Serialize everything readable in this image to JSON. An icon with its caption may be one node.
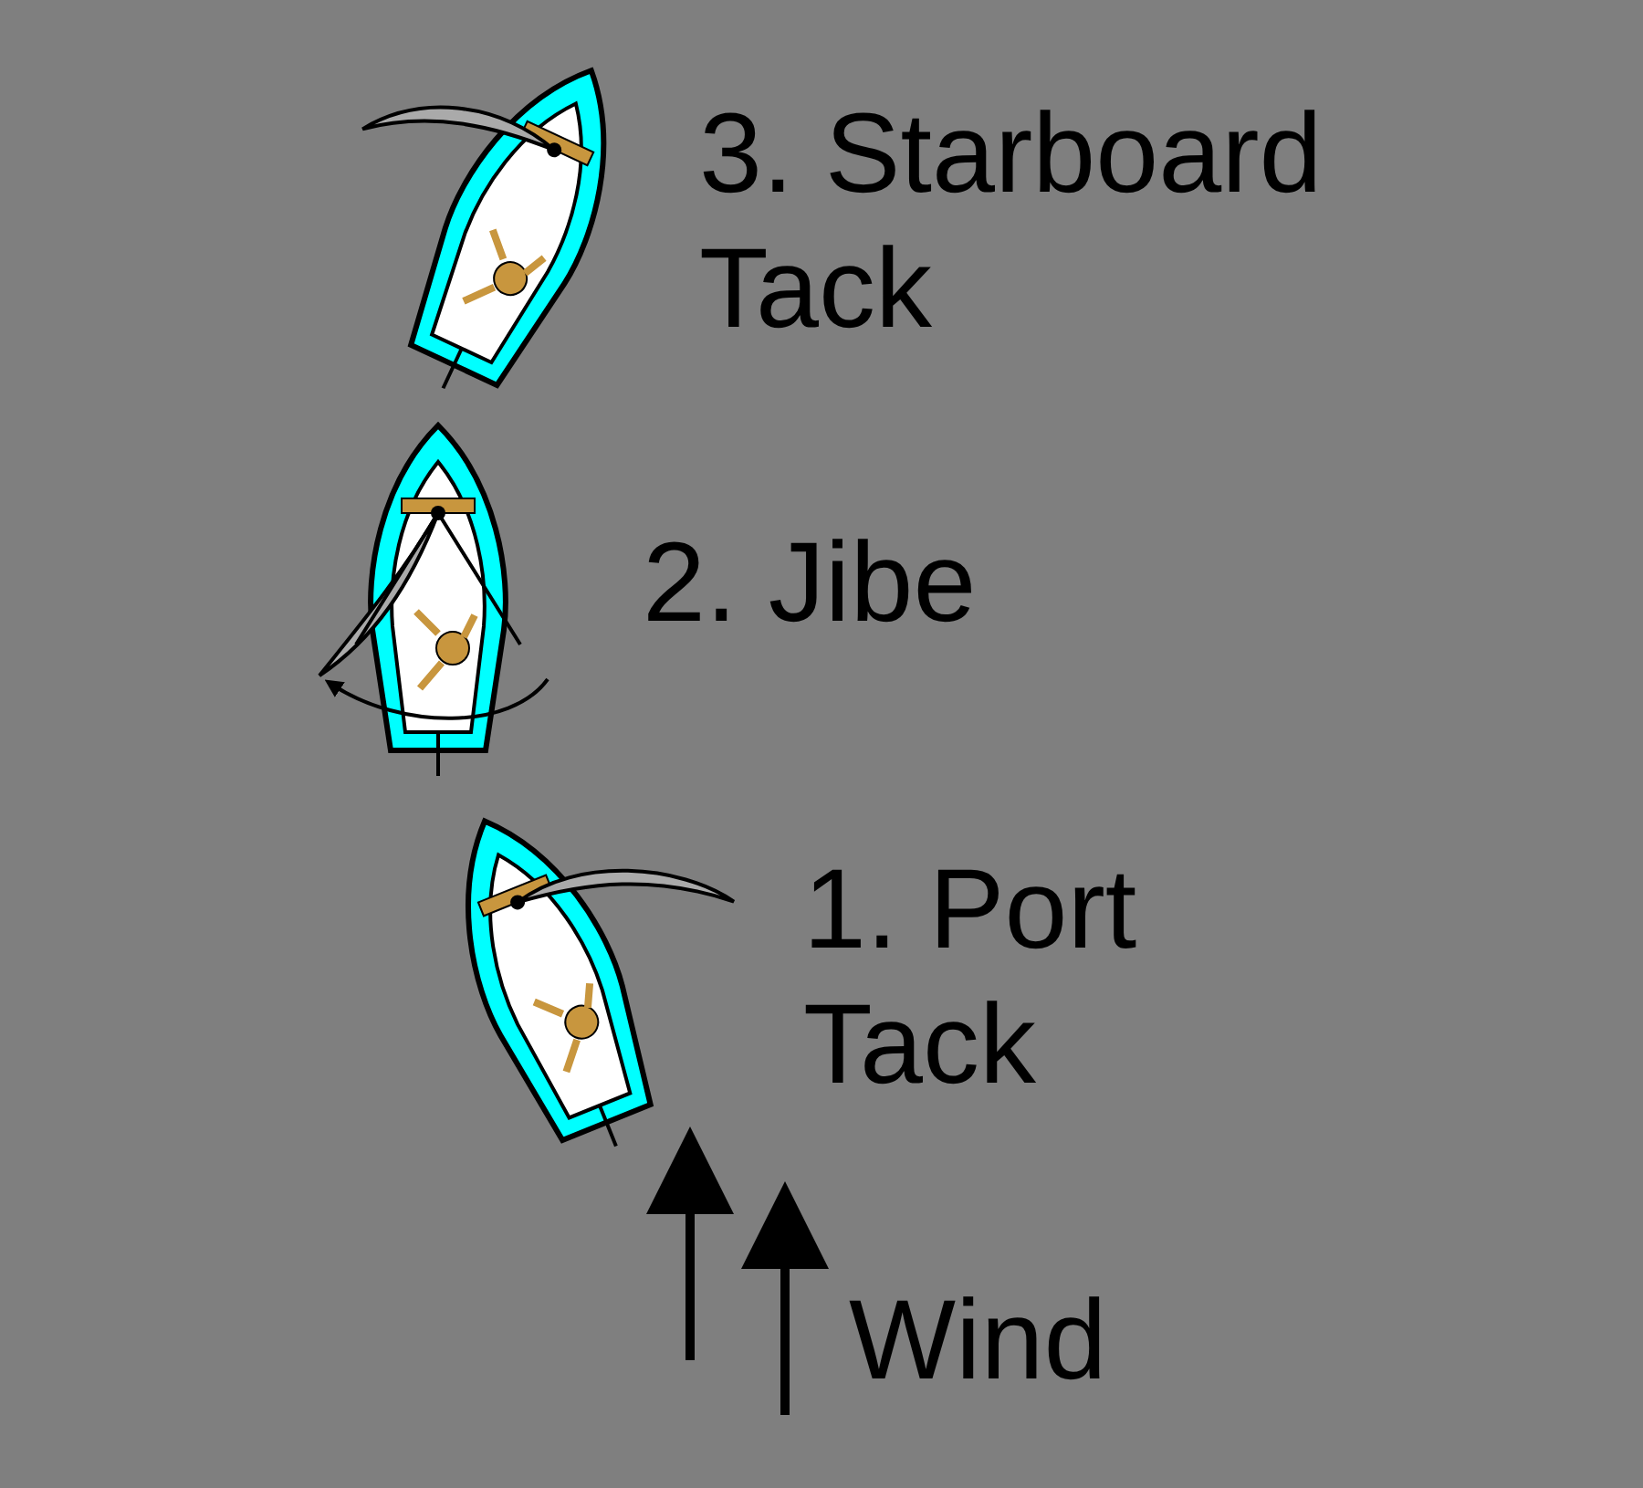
{
  "diagram": {
    "labels": [
      "3. Starboard Tack",
      "2. Jibe",
      "1. Port Tack",
      "Wind"
    ]
  }
}
